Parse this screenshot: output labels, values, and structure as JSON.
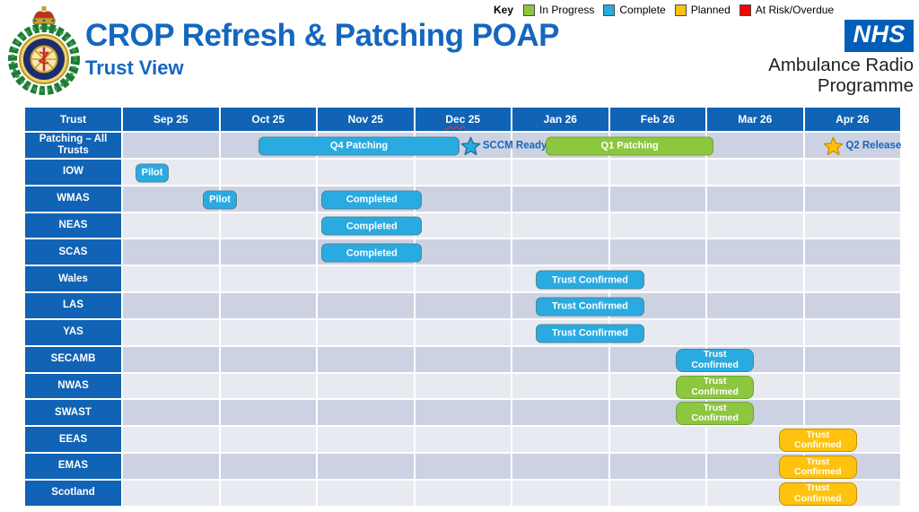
{
  "page": {
    "title": "CROP Refresh & Patching POAP",
    "subtitle": "Trust View"
  },
  "branding": {
    "crest": "ambulance-service-crest",
    "nhs_logo_text": "NHS",
    "org_line1": "Ambulance Radio",
    "org_line2": "Programme",
    "nhs_blue": "#005EB8",
    "title_blue": "#1467BE"
  },
  "key": {
    "label": "Key",
    "items": [
      {
        "label": "In Progress",
        "color": "#8DC63F"
      },
      {
        "label": "Complete",
        "color": "#29ABE2"
      },
      {
        "label": "Planned",
        "color": "#FFC20E"
      },
      {
        "label": "At Risk/Overdue",
        "color": "#FF0000"
      }
    ]
  },
  "colors": {
    "header_cell": "#1063B5",
    "row_dark": "#CDD2E3",
    "row_light": "#E8EAF1",
    "bar_complete": "#29ABE2",
    "bar_in_progress": "#8DC63F",
    "bar_planned": "#FFC20E",
    "milestone_star_blue": "#29ABE2",
    "milestone_star_gold": "#FFC20E"
  },
  "chart_data": {
    "type": "gantt",
    "title": "CROP Refresh & Patching POAP",
    "subtitle": "Trust View",
    "columns": [
      "Trust",
      "Sep 25",
      "Oct 25",
      "Nov 25",
      "Dec 25",
      "Jan 26",
      "Feb 26",
      "Mar 26",
      "Apr 26"
    ],
    "misspelled_column": "Dec 25",
    "legend_position": "top",
    "rows": [
      {
        "trust": "Patching – All Trusts",
        "items": [
          {
            "kind": "bar",
            "label": "Q4 Patching",
            "status": "complete",
            "start": "mid Oct 25",
            "end": "mid Dec 25",
            "left_pct": 17.4,
            "width_pct": 25.8
          },
          {
            "kind": "milestone",
            "label": "SCCM Ready",
            "status": "complete",
            "date": "mid Dec 25",
            "left_pct": 43.3
          },
          {
            "kind": "bar",
            "label": "Q1 Patching",
            "status": "in_progress",
            "start": "mid Jan 26",
            "end": "end Feb 26",
            "left_pct": 54.3,
            "width_pct": 21.5
          },
          {
            "kind": "milestone",
            "label": "Q2 Release",
            "status": "planned",
            "date": "Apr 26",
            "left_pct": 89.9
          }
        ]
      },
      {
        "trust": "IOW",
        "items": [
          {
            "kind": "bar",
            "label": "Pilot",
            "status": "complete",
            "start": "early Sep 25",
            "left_pct": 1.6,
            "width_pct": 4.3
          }
        ]
      },
      {
        "trust": "WMAS",
        "items": [
          {
            "kind": "bar",
            "label": "Pilot",
            "status": "complete",
            "start": "late Sep 25",
            "left_pct": 10.3,
            "width_pct": 4.3
          },
          {
            "kind": "bar",
            "label": "Completed",
            "status": "complete",
            "start": "Nov 25",
            "end": "Nov 25",
            "left_pct": 25.5,
            "width_pct": 12.9
          }
        ]
      },
      {
        "trust": "NEAS",
        "items": [
          {
            "kind": "bar",
            "label": "Completed",
            "status": "complete",
            "start": "Nov 25",
            "end": "Nov 25",
            "left_pct": 25.5,
            "width_pct": 12.9
          }
        ]
      },
      {
        "trust": "SCAS",
        "items": [
          {
            "kind": "bar",
            "label": "Completed",
            "status": "complete",
            "start": "Nov 25",
            "end": "Nov 25",
            "left_pct": 25.5,
            "width_pct": 12.9
          }
        ]
      },
      {
        "trust": "Wales",
        "items": [
          {
            "kind": "bar",
            "label": "Trust Confirmed",
            "status": "complete",
            "start": "Jan 26",
            "left_pct": 53.0,
            "width_pct": 13.9
          }
        ]
      },
      {
        "trust": "LAS",
        "items": [
          {
            "kind": "bar",
            "label": "Trust Confirmed",
            "status": "complete",
            "start": "Jan 26",
            "left_pct": 53.0,
            "width_pct": 13.9
          }
        ]
      },
      {
        "trust": "YAS",
        "items": [
          {
            "kind": "bar",
            "label": "Trust Confirmed",
            "status": "complete",
            "start": "Jan 26",
            "left_pct": 53.0,
            "width_pct": 13.9
          }
        ]
      },
      {
        "trust": "SECAMB",
        "items": [
          {
            "kind": "bar",
            "label": "Trust Confirmed",
            "status": "complete",
            "wrap": true,
            "start": "Feb–Mar 26",
            "left_pct": 71.0,
            "width_pct": 10.0
          }
        ]
      },
      {
        "trust": "NWAS",
        "items": [
          {
            "kind": "bar",
            "label": "Trust Confirmed",
            "status": "in_progress",
            "wrap": true,
            "start": "Feb–Mar 26",
            "left_pct": 71.0,
            "width_pct": 10.0
          }
        ]
      },
      {
        "trust": "SWAST",
        "items": [
          {
            "kind": "bar",
            "label": "Trust Confirmed",
            "status": "in_progress",
            "wrap": true,
            "start": "Feb–Mar 26",
            "left_pct": 71.0,
            "width_pct": 10.0
          }
        ]
      },
      {
        "trust": "EEAS",
        "items": [
          {
            "kind": "bar",
            "label": "Trust Confirmed",
            "status": "planned",
            "wrap": true,
            "start": "Mar–Apr 26",
            "left_pct": 84.2,
            "width_pct": 10.0
          }
        ]
      },
      {
        "trust": "EMAS",
        "items": [
          {
            "kind": "bar",
            "label": "Trust Confirmed",
            "status": "planned",
            "wrap": true,
            "start": "Mar–Apr 26",
            "left_pct": 84.2,
            "width_pct": 10.0
          }
        ]
      },
      {
        "trust": "Scotland",
        "items": [
          {
            "kind": "bar",
            "label": "Trust Confirmed",
            "status": "planned",
            "wrap": true,
            "start": "Mar–Apr 26",
            "left_pct": 84.2,
            "width_pct": 10.0
          }
        ]
      }
    ]
  }
}
